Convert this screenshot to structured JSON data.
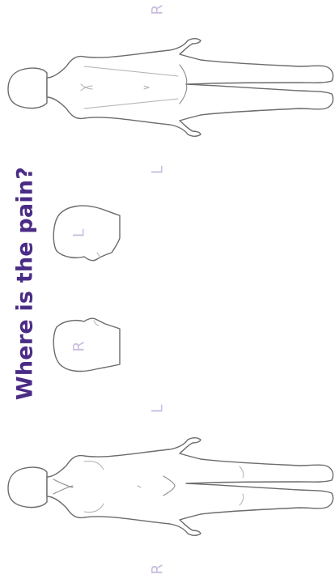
{
  "page": {
    "title": "Where is the pain?"
  },
  "diagram": {
    "back_view": {
      "label_top": "R",
      "label_bottom": "L"
    },
    "head_back": {
      "label": "L"
    },
    "head_front": {
      "label": "R"
    },
    "front_view": {
      "label_top": "L",
      "label_bottom": "R"
    }
  },
  "colors": {
    "title": "#4a2c86",
    "side_labels": "#c9bde0",
    "outline": "#6b6b6b",
    "background": "#ffffff"
  }
}
